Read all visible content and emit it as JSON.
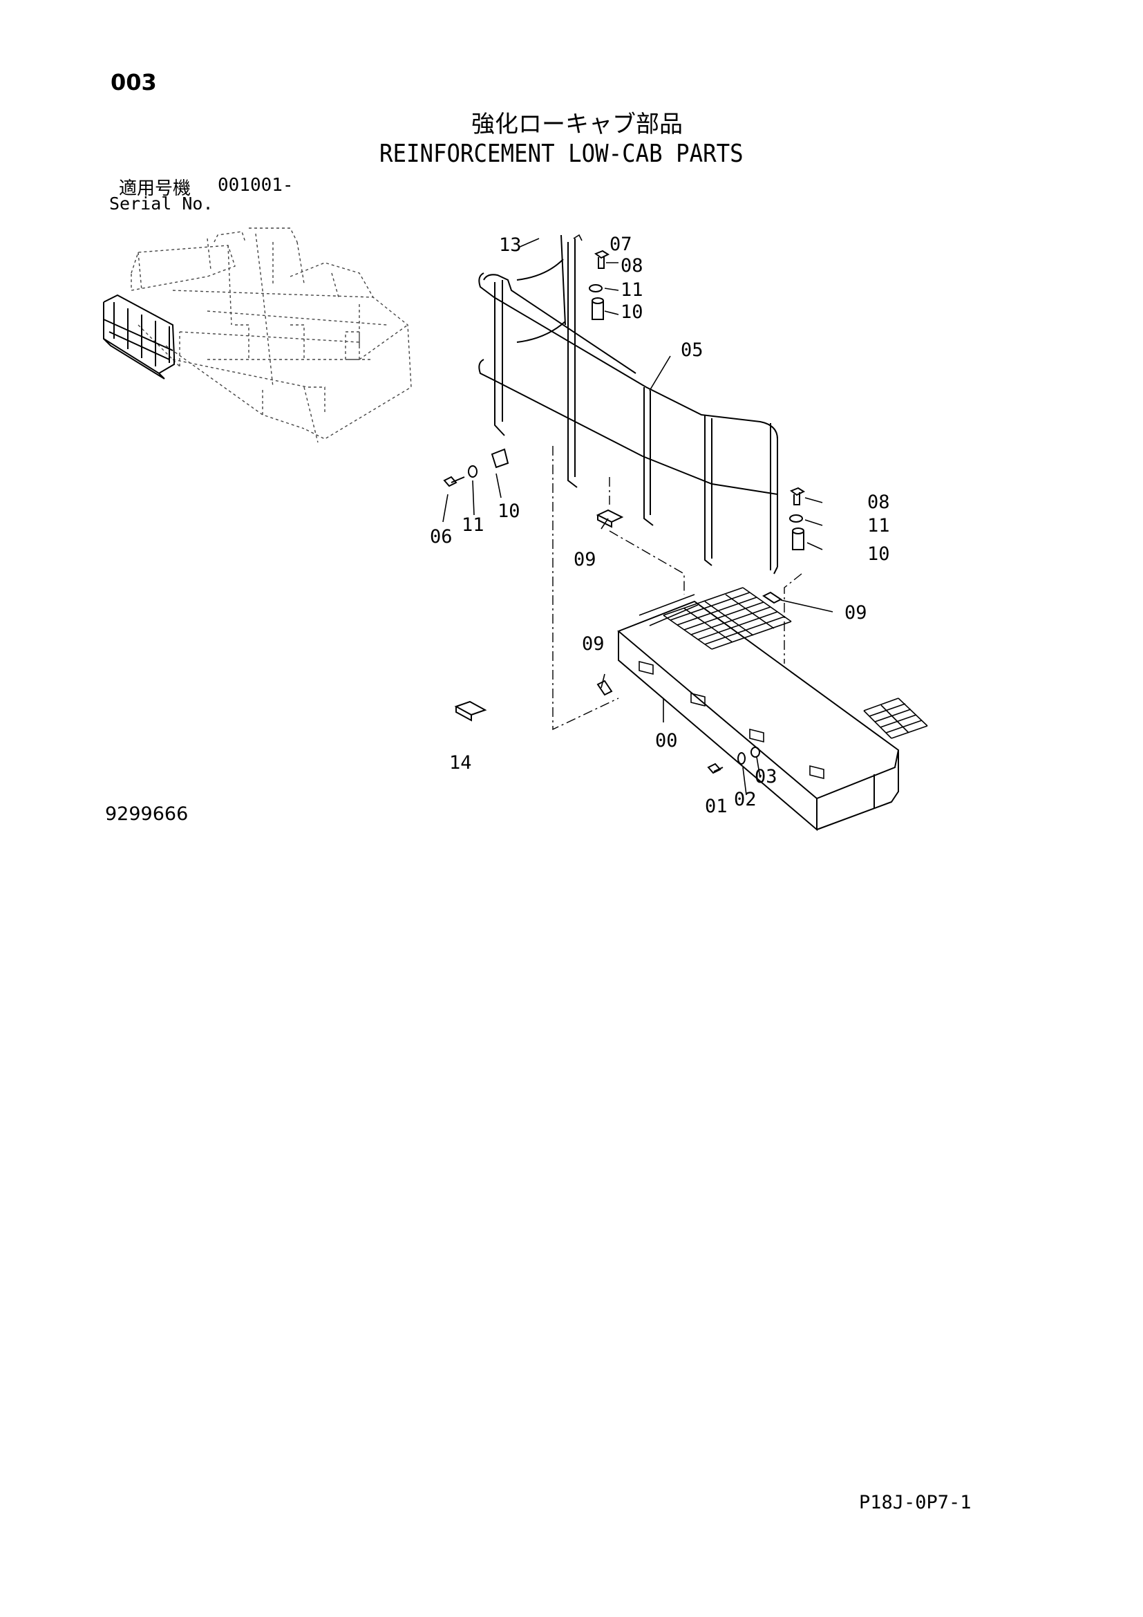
{
  "page_number": "003",
  "title_jp": "強化ローキャブ部品",
  "title_en": "REINFORCEMENT LOW-CAB PARTS",
  "serial": {
    "label_jp": "適用号機",
    "value": "001001-",
    "label_en": "Serial No."
  },
  "callouts": {
    "c00": "00",
    "c01": "01",
    "c02": "02",
    "c03": "03",
    "c05": "05",
    "c06": "06",
    "c07": "07",
    "c08a": "08",
    "c08b": "08",
    "c09a": "09",
    "c09b": "09",
    "c09c": "09",
    "c10a": "10",
    "c10b": "10",
    "c10c": "10",
    "c11a": "11",
    "c11b": "11",
    "c11c": "11",
    "c13": "13",
    "c14": "14"
  },
  "figure_number": "9299666",
  "page_code": "P18J-0P7-1"
}
